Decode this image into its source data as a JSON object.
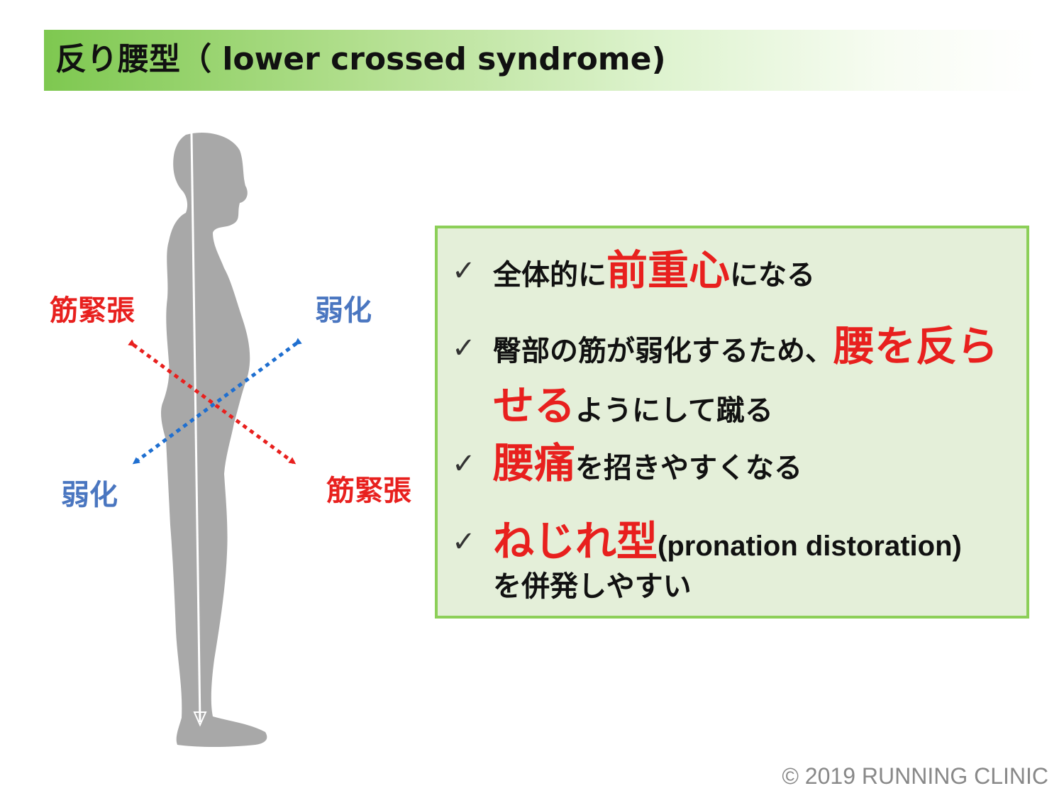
{
  "title": "反り腰型（ lower crossed syndrome)",
  "labels": {
    "upper_left": "筋緊張",
    "upper_right": "弱化",
    "lower_left": "弱化",
    "lower_right": "筋緊張"
  },
  "checklist": [
    {
      "check": "✓",
      "a": "全体的に",
      "hl": "前重心",
      "b": "になる"
    },
    {
      "check": "✓",
      "a": "臀部の筋が弱化するため、",
      "hl": "腰を反らせる",
      "b": "ようにして蹴る"
    },
    {
      "check": "✓",
      "a": "",
      "hl": "腰痛",
      "b": "を招きやすくなる"
    },
    {
      "check": "✓",
      "a": "",
      "hl": "ねじれ型",
      "b": "(pronation distoration)",
      "c": "を併発しやすい"
    }
  ],
  "colors": {
    "tense": "#e8201e",
    "weak": "#4a76c0",
    "box_border": "#8ccf58",
    "box_bg": "#e4efd9"
  },
  "copyright": "© 2019 RUNNING CLINIC"
}
